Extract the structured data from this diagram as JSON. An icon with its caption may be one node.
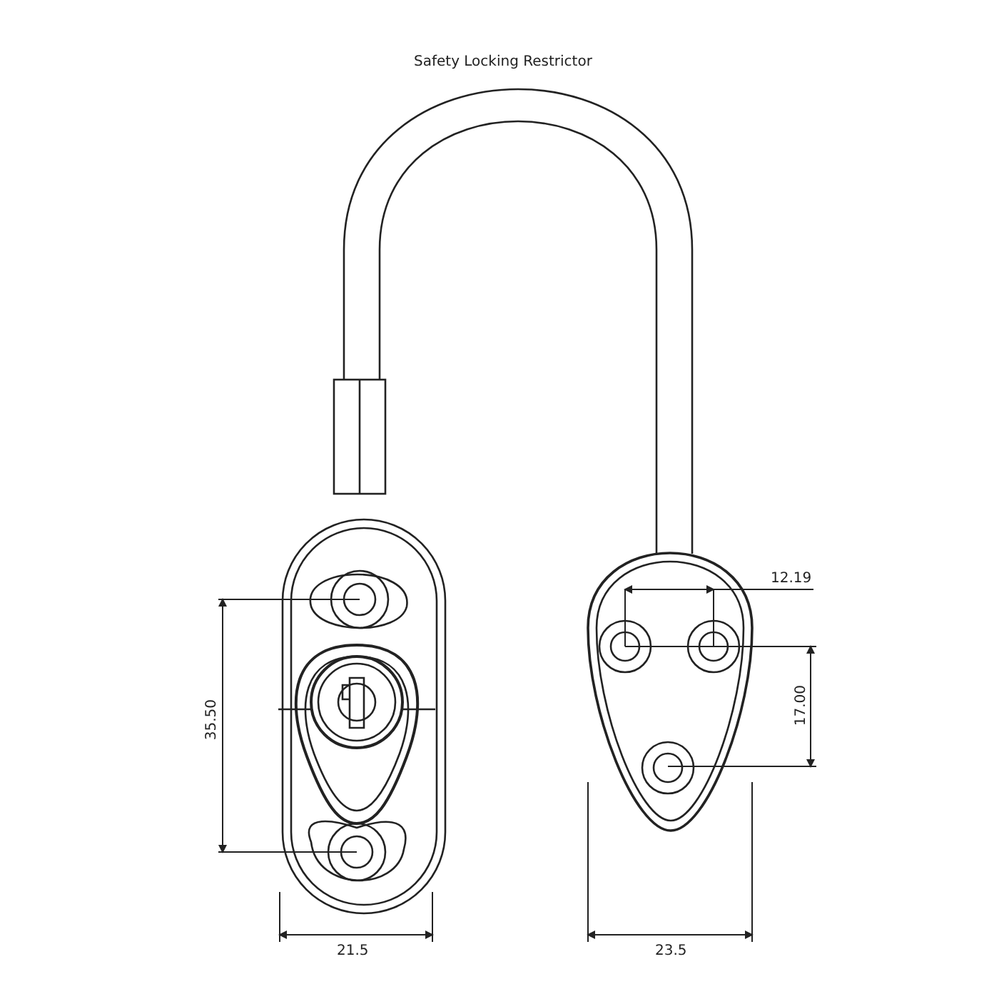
{
  "diagram": {
    "title": "Safety Locking Restrictor",
    "labels": [
      "12.19",
      "17.00",
      "35.50",
      "21.5",
      "23.5"
    ]
  }
}
